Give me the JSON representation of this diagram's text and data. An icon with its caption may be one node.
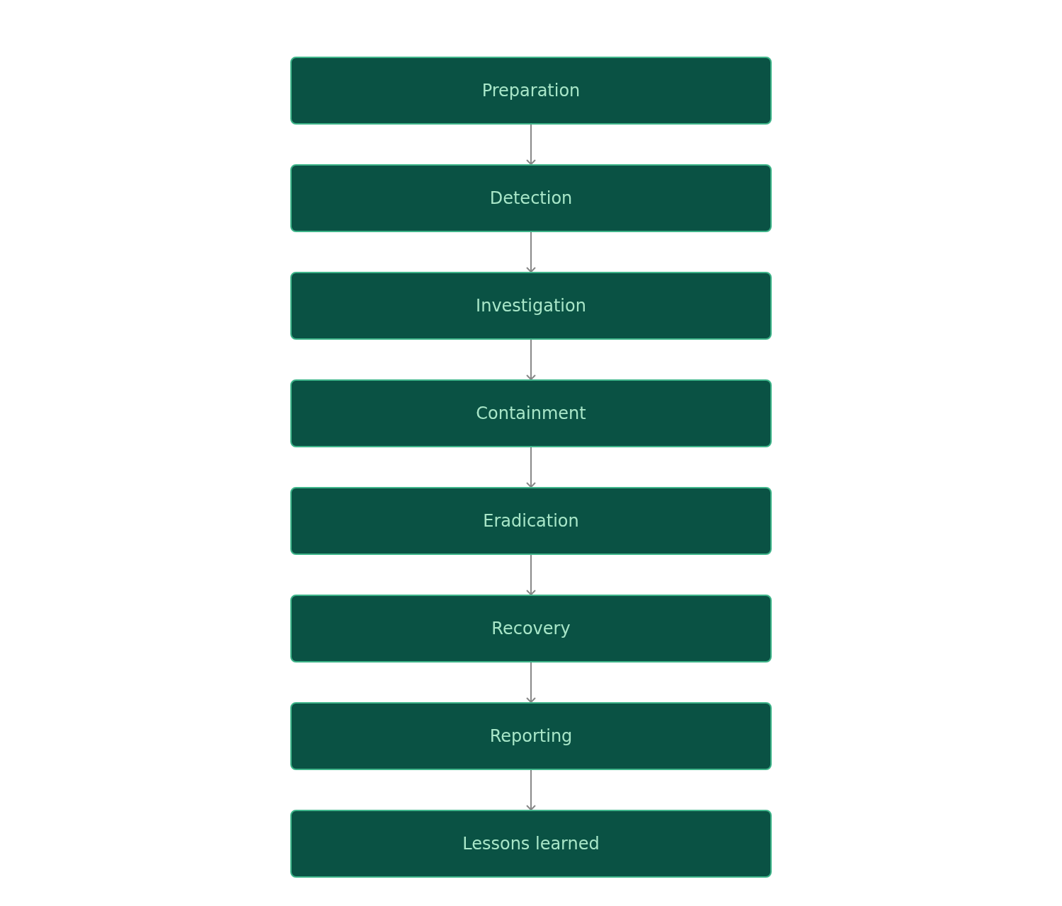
{
  "diagram": {
    "nodes": [
      {
        "text": [
          "Preparation"
        ]
      },
      {
        "text": [
          "Detection"
        ]
      },
      {
        "text": [
          "Investigation"
        ]
      },
      {
        "text": [
          "Containment"
        ]
      },
      {
        "text": [
          "Eradication"
        ]
      },
      {
        "text": [
          "Recovery"
        ]
      },
      {
        "text": [
          "Reporting"
        ]
      },
      {
        "text": [
          "Lessons learned"
        ]
      }
    ],
    "edges": [
      {
        "from": 0,
        "to": 1,
        "arrow": "to"
      },
      {
        "from": 1,
        "to": 2,
        "arrow": "to"
      },
      {
        "from": 2,
        "to": 3,
        "arrow": "to"
      },
      {
        "from": 3,
        "to": 4,
        "arrow": "to"
      },
      {
        "from": 4,
        "to": 5,
        "arrow": "to"
      },
      {
        "from": 5,
        "to": 6,
        "arrow": "to"
      },
      {
        "from": 6,
        "to": 7,
        "arrow": "to"
      }
    ]
  }
}
